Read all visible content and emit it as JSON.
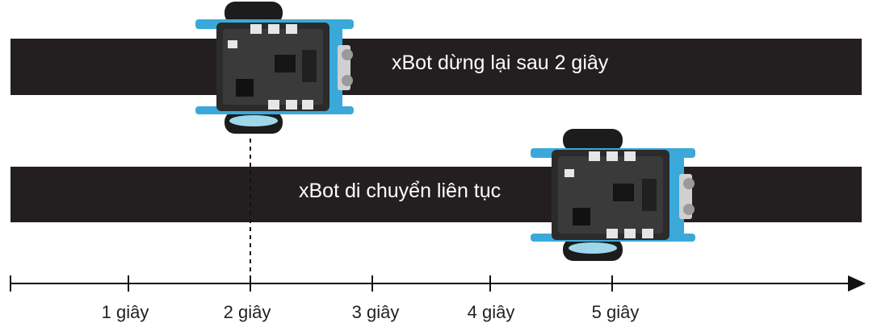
{
  "rows": {
    "stop": {
      "label": "xBot dừng lại sau 2 giây"
    },
    "continuous": {
      "label": "xBot di chuyển liên tục"
    }
  },
  "timeline": {
    "ticks": [
      {
        "label": ""
      },
      {
        "label": "1 giây"
      },
      {
        "label": "2 giây"
      },
      {
        "label": "3 giây"
      },
      {
        "label": "4 giây"
      },
      {
        "label": "5 giây"
      }
    ],
    "stop_marker_tick": "2 giây"
  },
  "colors": {
    "band": "#231f20",
    "band_text": "#ffffff",
    "robot_frame": "#3aa9d9",
    "robot_board": "#2b2b2b",
    "axis": "#111111"
  }
}
